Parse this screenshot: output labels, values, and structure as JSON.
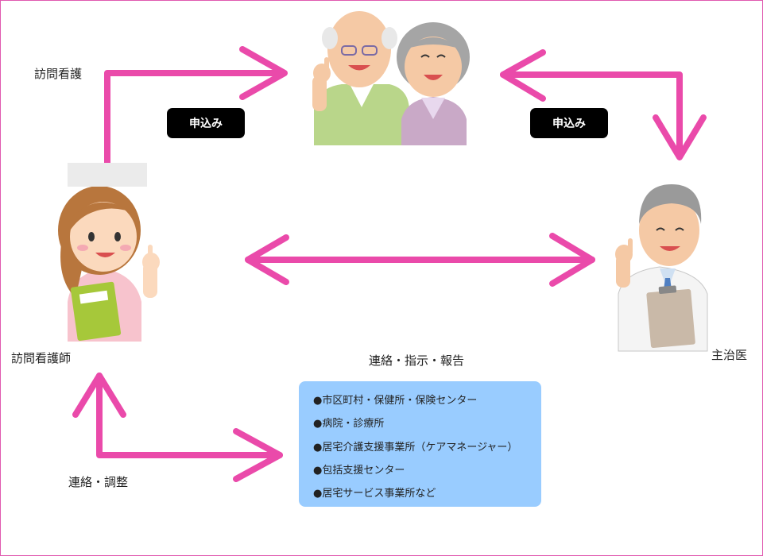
{
  "labels": {
    "homonkango": "訪問看護",
    "nurse": "訪問看護師",
    "doctor": "主治医",
    "contact_instruction_report": "連絡・指示・報告",
    "contact_coordination": "連絡・調整"
  },
  "badges": {
    "left": "申込み",
    "right": "申込み"
  },
  "partners": {
    "items": [
      "●市区町村・保健所・保険センター",
      "●病院・診療所",
      "●居宅介護支援事業所（ケアマネージャー）",
      "●包括支援センター",
      "●居宅サービス事業所など"
    ]
  },
  "colors": {
    "arrow": "#ea4aaa",
    "frame": "#e05ab0",
    "box": "#99ccff"
  },
  "icons": [
    "elderly-couple-icon",
    "nurse-icon",
    "doctor-icon"
  ]
}
